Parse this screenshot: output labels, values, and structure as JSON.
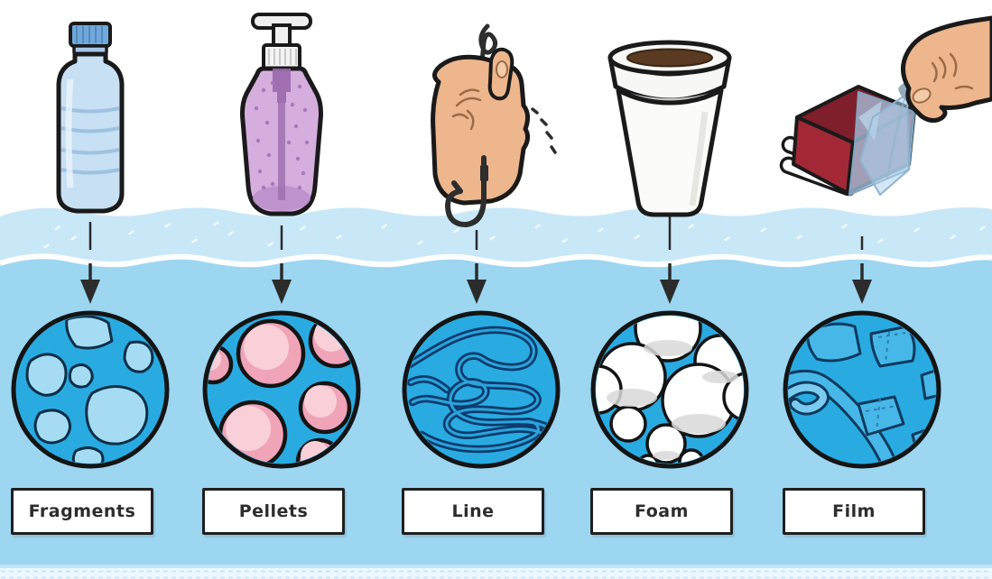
{
  "columns": [
    {
      "label": "Fragments",
      "source_icon": "plastic-water-bottle-icon",
      "microplastic_icon": "fragments-circle-icon"
    },
    {
      "label": "Pellets",
      "source_icon": "cosmetic-pump-bottle-icon",
      "microplastic_icon": "pellets-circle-icon"
    },
    {
      "label": "Line",
      "source_icon": "hand-fishing-hook-icon",
      "microplastic_icon": "line-circle-icon"
    },
    {
      "label": "Foam",
      "source_icon": "foam-cup-icon",
      "microplastic_icon": "foam-circle-icon"
    },
    {
      "label": "Film",
      "source_icon": "hand-plastic-film-icon",
      "microplastic_icon": "film-circle-icon"
    }
  ],
  "colors": {
    "sky": "#FFFFFF",
    "water_light_band": "#C8E8F8",
    "water_main": "#9CD6F1",
    "circle_fill": "#29ABE2",
    "fragment_blue": "#A5DCF4",
    "pellet_pink": "#F0A4B8",
    "foam_white": "#FFFFFF",
    "film_blue": "#47B7E8",
    "outline": "#1A1A1A",
    "label_background": "#FFFFFF",
    "label_text": "#2D2D2D"
  }
}
